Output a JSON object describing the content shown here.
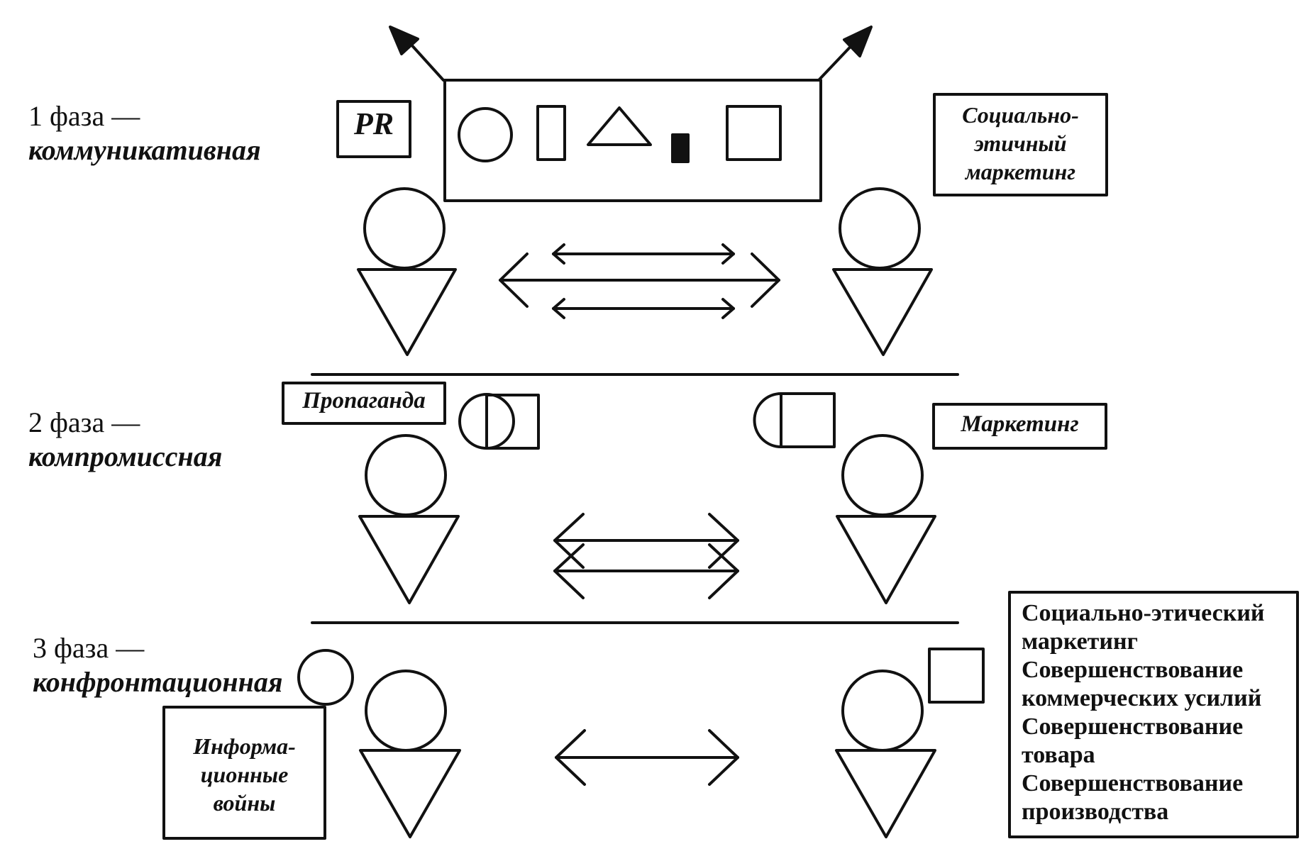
{
  "phases": [
    {
      "number": "1 фаза —",
      "name": "коммуникативная"
    },
    {
      "number": "2 фаза —",
      "name": "компромиссная"
    },
    {
      "number": "3 фаза —",
      "name": "конфронтационная"
    }
  ],
  "labels": {
    "pr": "PR",
    "social_ethical_1": "Социально-",
    "social_ethical_2": "этичный",
    "social_ethical_3": "маркетинг",
    "propaganda": "Пропаганда",
    "marketing": "Маркетинг",
    "info_wars_1": "Информа-",
    "info_wars_2": "ционные",
    "info_wars_3": "войны"
  },
  "summary_box": {
    "lines": [
      "Социально-этический",
      "маркетинг",
      "Совершенствование",
      "коммерческих усилий",
      "Совершенствование",
      "товара",
      "Совершенствование",
      "производства"
    ]
  },
  "colors": {
    "ink": "#111111",
    "background": "#ffffff"
  }
}
